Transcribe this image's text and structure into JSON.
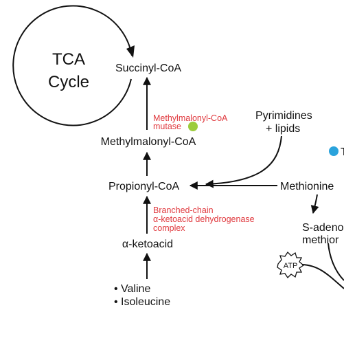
{
  "tca": {
    "line1": "TCA",
    "line2": "Cycle"
  },
  "metabolites": {
    "succinyl_coa": "Succinyl-CoA",
    "methylmalonyl_coa": "Methylmalonyl-CoA",
    "propionyl_coa": "Propionyl-CoA",
    "alpha_ketoacid": "α-ketoacid",
    "methionine": "Methionine",
    "s_adeno_line1": "S-adeno",
    "s_adeno_line2": "methior",
    "pyrimidines_line1": "Pyrimidines",
    "pyrimidines_line2": "+ lipids",
    "t_fragment": "T",
    "atp": "ATP"
  },
  "sources": {
    "valine": "• Valine",
    "isoleucine": "• Isoleucine"
  },
  "enzymes": {
    "mm_mutase_line1": "Methylmalonyl-CoA",
    "mm_mutase_line2": "mutase",
    "bckdh_line1": "Branched-chain",
    "bckdh_line2": "α-ketoacid dehydrogenase",
    "bckdh_line3": "complex"
  },
  "colors": {
    "enzyme_text": "#e0393e",
    "mutase_dot": "#9ccc3c",
    "t_dot": "#2aa3dc"
  }
}
